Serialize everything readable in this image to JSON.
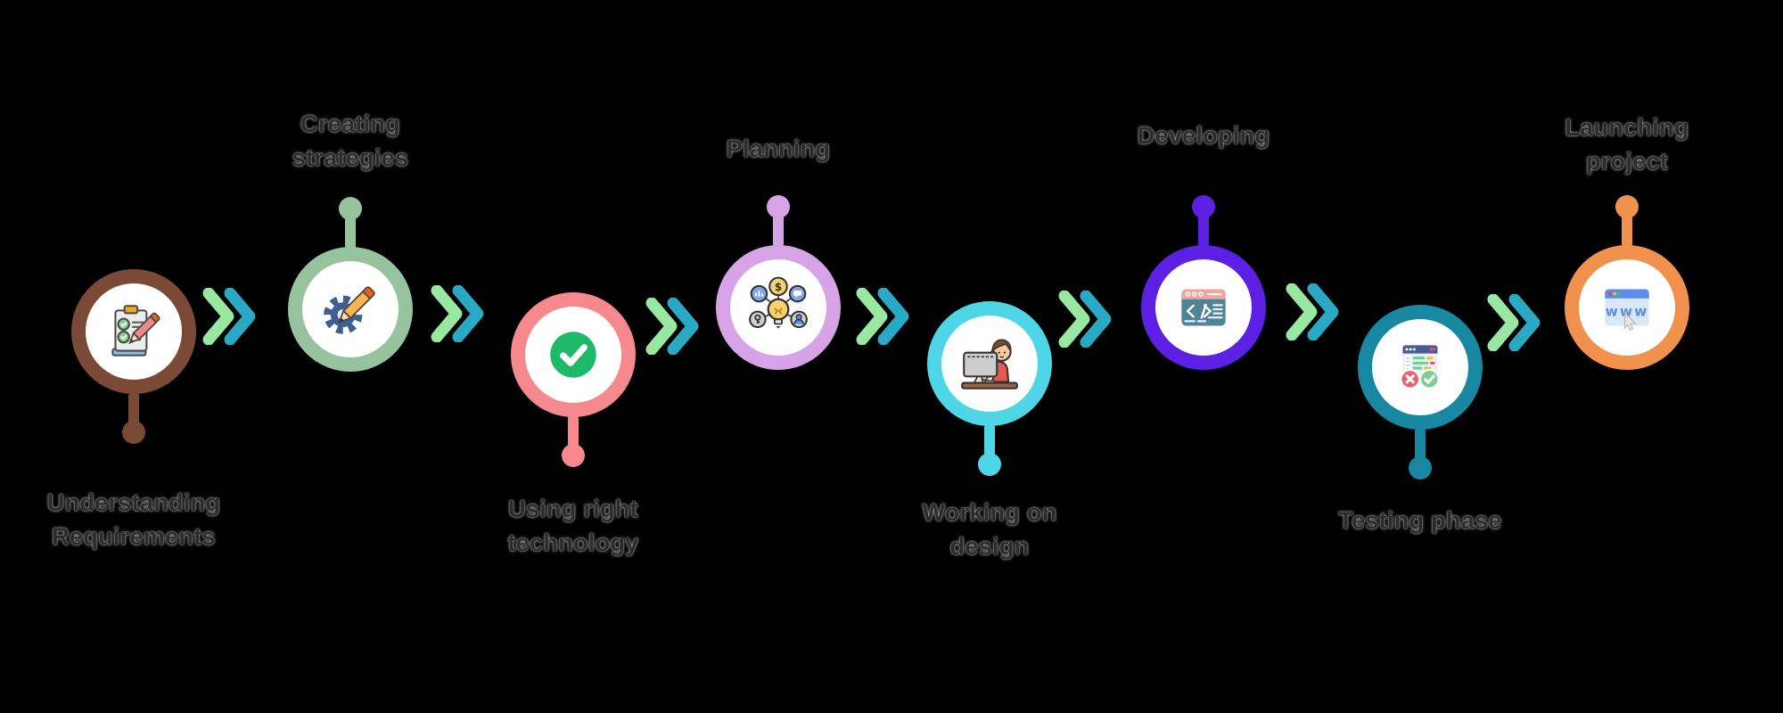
{
  "canvas": {
    "background": "#000000",
    "text_color": "#2b2b2b"
  },
  "connector": {
    "icon": "double-chevron-right-icon",
    "front_color": "#98E8A2",
    "back_color": "#2AA9C4",
    "count": 7
  },
  "steps": [
    {
      "label": "Understanding\nRequirements",
      "label_position": "below",
      "color": "#7B4A36",
      "icon": "clipboard-checklist-icon"
    },
    {
      "label": "Creating\nstrategies",
      "label_position": "above",
      "color": "#97C29E",
      "icon": "gear-pencil-icon"
    },
    {
      "label": "Using right\ntechnology",
      "label_position": "below",
      "color": "#F5898E",
      "icon": "check-badge-icon"
    },
    {
      "label": "Planning",
      "label_position": "above",
      "color": "#D6A3E6",
      "icon": "idea-network-icon"
    },
    {
      "label": "Working on\ndesign",
      "label_position": "below",
      "color": "#4FD6E6",
      "icon": "designer-workstation-icon"
    },
    {
      "label": "Developing",
      "label_position": "above",
      "color": "#5B20E3",
      "icon": "code-window-icon"
    },
    {
      "label": "Testing phase",
      "label_position": "below",
      "color": "#1787A2",
      "icon": "test-results-icon"
    },
    {
      "label": "Launching\nproject",
      "label_position": "above",
      "color": "#F0914E",
      "icon": "www-browser-icon"
    }
  ]
}
